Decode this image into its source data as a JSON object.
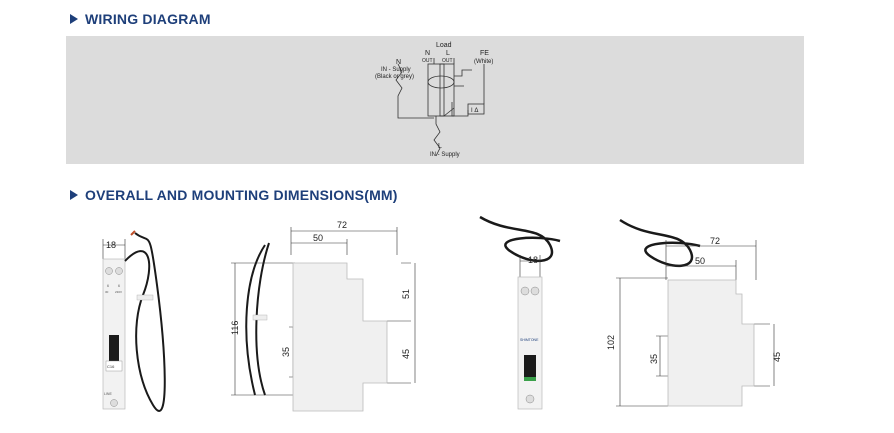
{
  "headings": {
    "wiring": "WIRING DIAGRAM",
    "dimensions": "OVERALL AND MOUNTING DIMENSIONS(MM)"
  },
  "wiring": {
    "load": "Load",
    "n": "N",
    "l": "L",
    "n_out": "OUT",
    "l_out": "OUT",
    "fe": "FE",
    "fe_color": "(White)",
    "n_label": "N",
    "n_supply": "IN - Supply",
    "n_supply_color": "(Black or grey)",
    "l_label": "L",
    "l_supply": "IN - Supply",
    "delta_i": "I Δ"
  },
  "dims": {
    "d1_width": "18",
    "d2_width": "72",
    "d2_depth": "50",
    "d2_height": "116",
    "d2_upper": "51",
    "d2_lower": "45",
    "d2_rail": "35",
    "d3_width": "18",
    "d4_width": "72",
    "d4_depth": "50",
    "d4_height": "102",
    "d4_rail": "35",
    "d4_lower": "45"
  },
  "device": {
    "front_a": "6",
    "front_b": "6",
    "rating_a": "30",
    "rating_b": "230V",
    "line_label": "LINE",
    "brand": "SHIMTONE",
    "c_rating": "C16"
  }
}
